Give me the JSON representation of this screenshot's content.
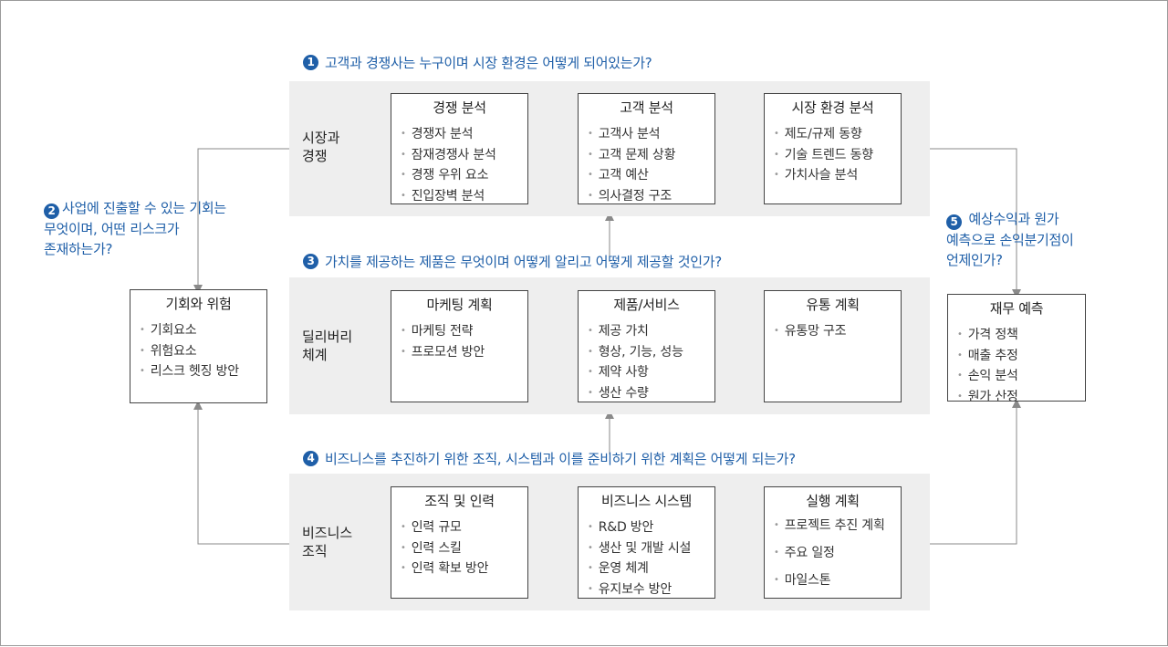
{
  "questions": [
    {
      "num": "1",
      "text": "고객과 경쟁사는 누구이며 시장 환경은 어떻게 되어있는가?"
    },
    {
      "num": "2",
      "text": "사업에 진출할 수 있는 기회는 무엇이며, 어떤 리스크가 존재하는가?"
    },
    {
      "num": "3",
      "text": "가치를 제공하는 제품은 무엇이며 어떻게 알리고 어떻게 제공할 것인가?"
    },
    {
      "num": "4",
      "text": "비즈니스를 추진하기 위한 조직, 시스템과 이를 준비하기 위한 계획은 어떻게 되는가?"
    },
    {
      "num": "5",
      "text": "예상수익과 원가 예측으로 손익분기점이 언제인가?"
    }
  ],
  "q2_lines": [
    "사업에 진출할 수 있는 기회는",
    "무엇이며, 어떤 리스크가",
    "존재하는가?"
  ],
  "q5_lines": [
    "예상수익과 원가",
    "예측으로 손익분기점이",
    "언제인가?"
  ],
  "bands": [
    {
      "label": [
        "시장과",
        "경쟁"
      ],
      "boxes": [
        {
          "title": "경쟁 분석",
          "items": [
            "경쟁자 분석",
            "잠재경쟁사 분석",
            "경쟁 우위 요소",
            "진입장벽 분석"
          ]
        },
        {
          "title": "고객 분석",
          "items": [
            "고객사 분석",
            "고객 문제 상황",
            "고객 예산",
            "의사결정 구조"
          ]
        },
        {
          "title": "시장 환경 분석",
          "items": [
            "제도/규제 동향",
            "기술 트렌드 동향",
            "가치사슬 분석"
          ]
        }
      ]
    },
    {
      "label": [
        "딜리버리",
        "체계"
      ],
      "boxes": [
        {
          "title": "마케팅 계획",
          "items": [
            "마케팅 전략",
            "프로모션 방안"
          ]
        },
        {
          "title": "제품/서비스",
          "items": [
            "제공 가치",
            "형상, 기능, 성능",
            "제약 사항",
            "생산 수량"
          ]
        },
        {
          "title": "유통 계획",
          "items": [
            "유통망 구조"
          ]
        }
      ]
    },
    {
      "label": [
        "비즈니스",
        "조직"
      ],
      "boxes": [
        {
          "title": "조직 및 인력",
          "items": [
            "인력 규모",
            "인력 스킬",
            "인력 확보 방안"
          ]
        },
        {
          "title": "비즈니스 시스템",
          "items": [
            "R&D 방안",
            "생산 및 개발 시설",
            "운영 체계",
            "유지보수 방안"
          ]
        },
        {
          "title": "실행 계획",
          "items": [
            "프로젝트 추진 계획",
            "주요 일정",
            "마일스톤"
          ]
        }
      ]
    }
  ],
  "side_boxes": {
    "left": {
      "title": "기회와 위험",
      "items": [
        "기회요소",
        "위험요소",
        "리스크 헷징 방안"
      ]
    },
    "right": {
      "title": "재무 예측",
      "items": [
        "가격 정책",
        "매출 추정",
        "손익 분석",
        "원가 산정"
      ]
    }
  },
  "colors": {
    "accent": "#1f5fa8",
    "band": "#eeeeee",
    "line": "#8a8a8a"
  }
}
